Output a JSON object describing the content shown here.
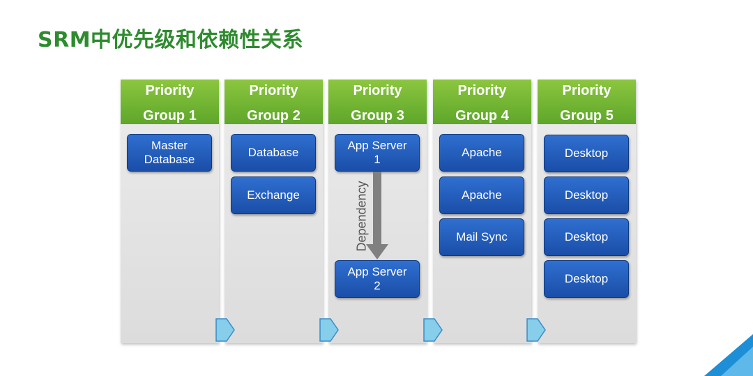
{
  "title": "SRM中优先级和依赖性关系",
  "groups": [
    {
      "line1": "Priority",
      "line2": "Group 1",
      "items": [
        "Master\nDatabase"
      ]
    },
    {
      "line1": "Priority",
      "line2": "Group 2",
      "items": [
        "Database",
        "Exchange"
      ]
    },
    {
      "line1": "Priority",
      "line2": "Group 3",
      "items": [
        "App Server\n1",
        "App Server\n2"
      ]
    },
    {
      "line1": "Priority",
      "line2": "Group 4",
      "items": [
        "Apache",
        "Apache",
        "Mail Sync"
      ]
    },
    {
      "line1": "Priority",
      "line2": "Group 5",
      "items": [
        "Desktop",
        "Desktop",
        "Desktop",
        "Desktop"
      ]
    }
  ],
  "dependency_label": "Dependency",
  "colors": {
    "title": "#2e8b2e",
    "header": "#6db33f",
    "box": "#1f5bb8",
    "arrow": "#808080",
    "chevron": "#87ceeb"
  }
}
